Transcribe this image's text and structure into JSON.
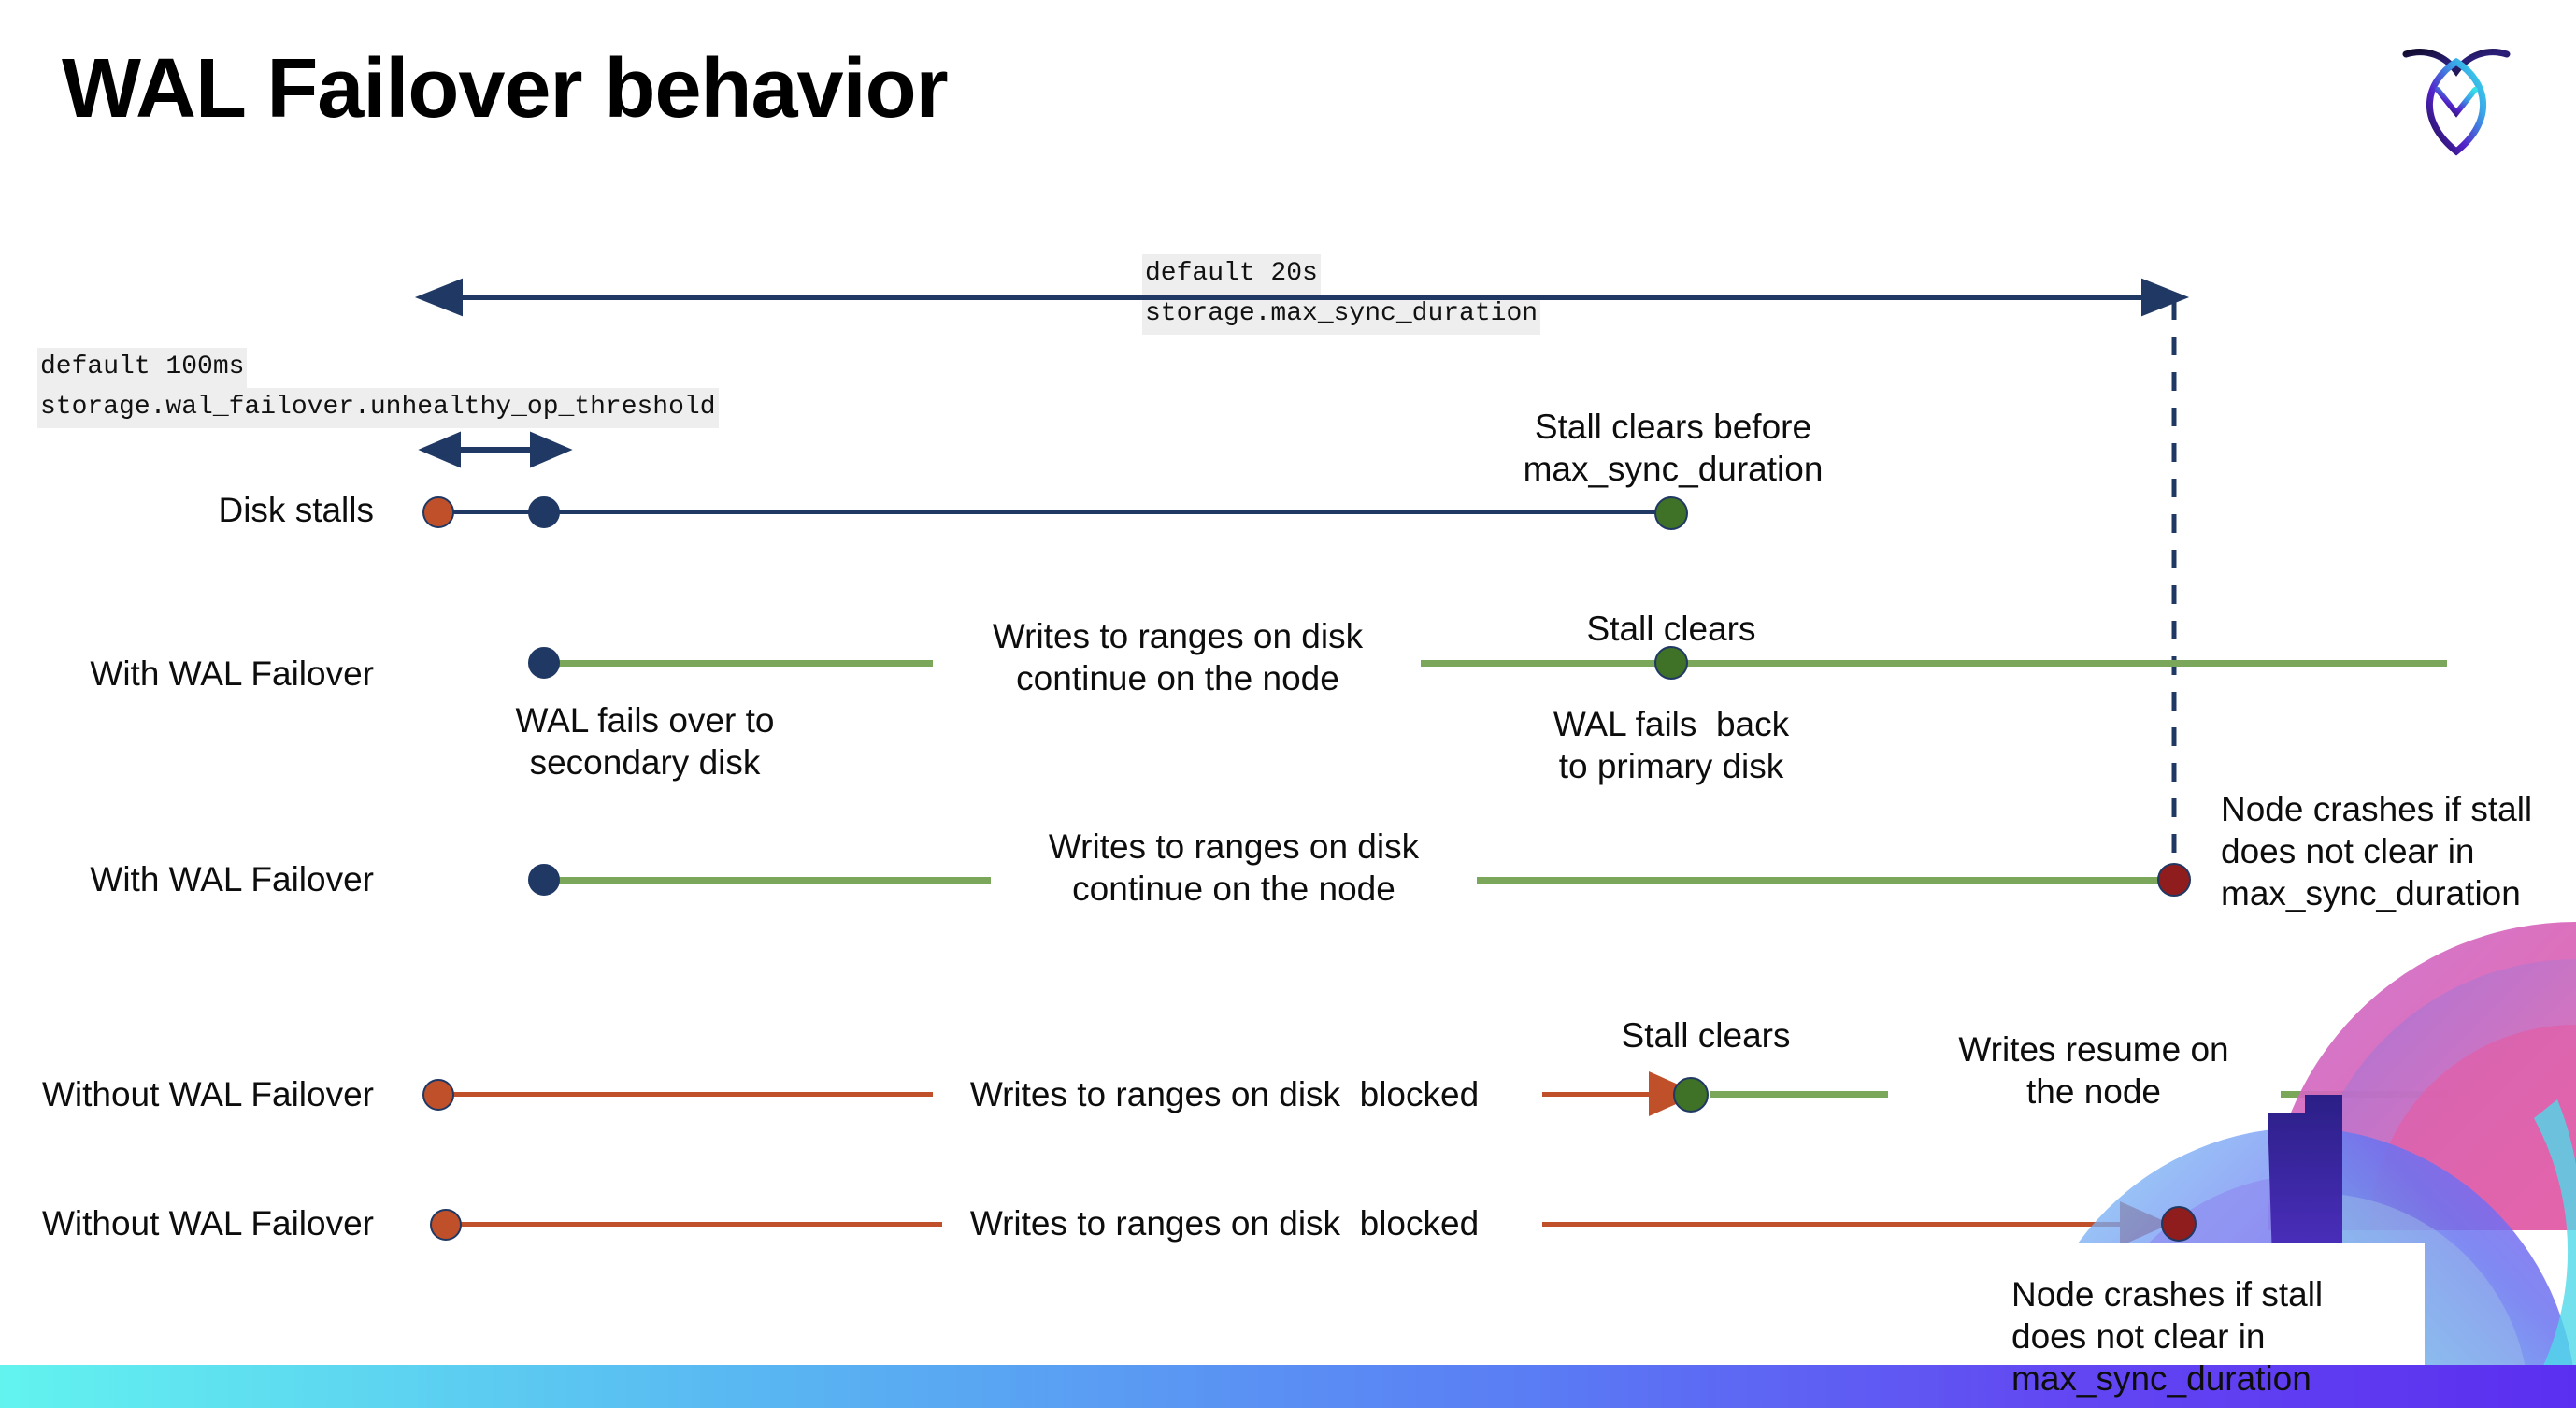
{
  "slide": {
    "title": "WAL Failover behavior",
    "logo_name": "cockroachdb-logo"
  },
  "annotations": {
    "max_sync_duration": {
      "default_line": "default 20s",
      "setting_line": "storage.max_sync_duration"
    },
    "unhealthy_op_threshold": {
      "default_line": "default 100ms",
      "setting_line": "storage.wal_failover.unhealthy_op_threshold"
    }
  },
  "rows": [
    {
      "id": "disk-stalls",
      "label": "Disk stalls",
      "notes": [
        "Stall clears before\nmax_sync_duration"
      ]
    },
    {
      "id": "with-wal-failover-clears",
      "label": "With WAL Failover",
      "notes": [
        "Writes to ranges on disk\ncontinue on the node",
        "Stall clears",
        "WAL fails over to\nsecondary disk",
        "WAL fails  back\nto primary disk"
      ]
    },
    {
      "id": "with-wal-failover-crash",
      "label": "With WAL Failover",
      "notes": [
        "Writes to ranges on disk\ncontinue on the node",
        "Node crashes if stall\ndoes not clear in\nmax_sync_duration"
      ]
    },
    {
      "id": "without-wal-failover-clears",
      "label": "Without WAL Failover",
      "notes": [
        "Writes to ranges on disk  blocked",
        "Stall clears",
        "Writes resume on\nthe node"
      ]
    },
    {
      "id": "without-wal-failover-crash",
      "label": "Without WAL Failover",
      "notes": [
        "Writes to ranges on disk  blocked",
        "Node crashes if stall\ndoes not clear in\nmax_sync_duration"
      ]
    }
  ],
  "labels": {
    "disk_stalls": "Disk stalls",
    "with_wal_failover_1": "With WAL Failover",
    "with_wal_failover_2": "With WAL Failover",
    "without_wal_failover_1": "Without WAL Failover",
    "without_wal_failover_2": "Without WAL Failover",
    "stall_clears_before_msd": "Stall clears before\nmax_sync_duration",
    "stall_clears_a": "Stall clears",
    "stall_clears_b": "Stall clears",
    "writes_continue_1": "Writes to ranges on disk\ncontinue on the node",
    "writes_continue_2": "Writes to ranges on disk\ncontinue on the node",
    "wal_fails_over": "WAL fails over to\nsecondary disk",
    "wal_fails_back": "WAL fails  back\nto primary disk",
    "node_crashes_1": "Node crashes if stall\ndoes not clear in\nmax_sync_duration",
    "node_crashes_2": "Node crashes if stall\ndoes not clear in\nmax_sync_duration",
    "writes_blocked_1": "Writes to ranges on disk  blocked",
    "writes_blocked_2": "Writes to ranges on disk  blocked",
    "writes_resume": "Writes resume on\nthe node"
  },
  "colors": {
    "navy": "#1f3864",
    "green_line": "#7ba75b",
    "green_dot": "#3f7127",
    "red_line": "#c0502a",
    "red_dot": "#c0502a",
    "dark_red_dot": "#8f1d1d",
    "code_chip_bg": "#eeeeee",
    "bottom_bar_gradient_start": "#62f3ef",
    "bottom_bar_gradient_end": "#5b2ff0"
  }
}
